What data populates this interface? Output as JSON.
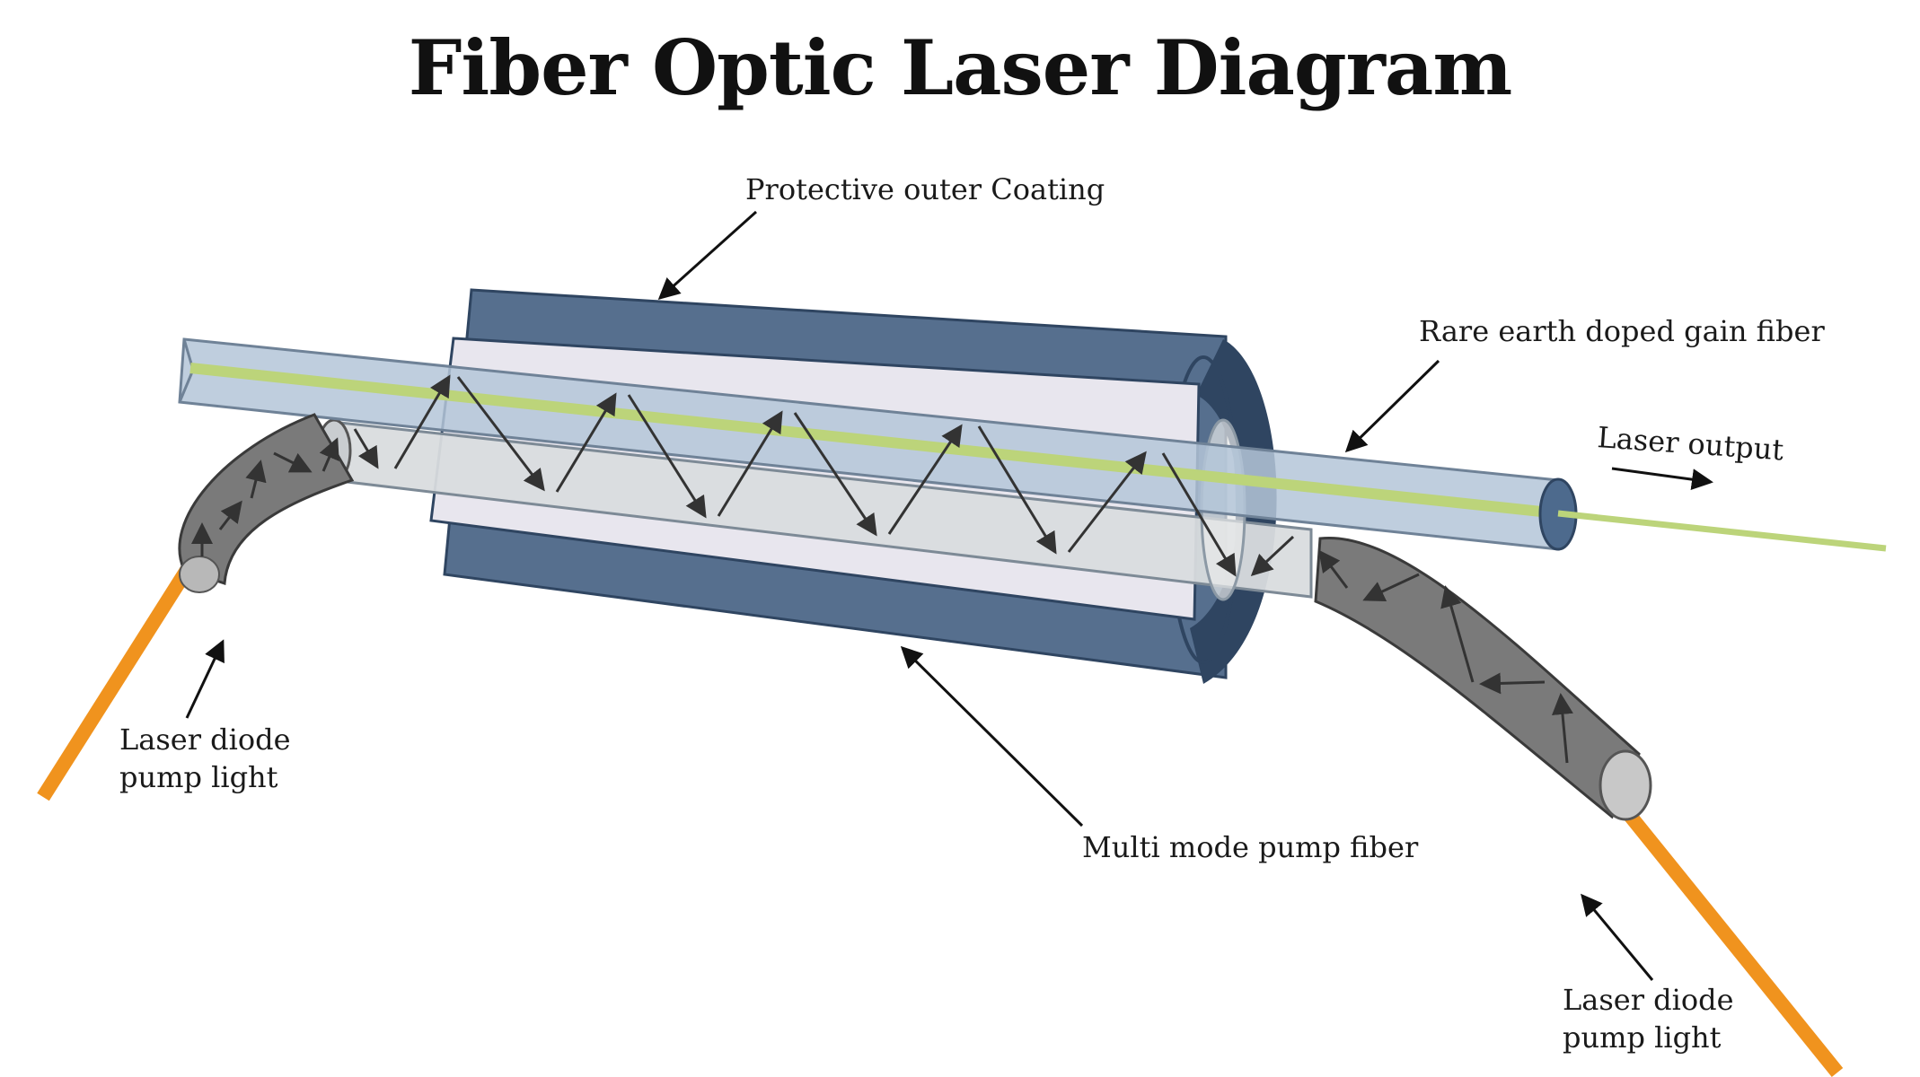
{
  "title": "Fiber Optic Laser Diagram",
  "labels": {
    "protective_coating": "Protective outer Coating",
    "gain_fiber": "Rare earth doped gain fiber",
    "laser_output": "Laser output",
    "pump_fiber": "Multi mode pump fiber",
    "pump_light_left": [
      "Laser diode",
      "pump light"
    ],
    "pump_light_right": [
      "Laser diode",
      "pump light"
    ]
  },
  "colors": {
    "coating": "#566f8e",
    "coating_dark": "#2f4561",
    "cladding": "#e8e6ee",
    "pump_fiber": "#d9dcde",
    "gain_fiber": "#b4c5d8",
    "core": "#bcd47a",
    "pump_bend": "#7a7a7a",
    "pump_light": "#f0931e",
    "arrow": "#333333"
  }
}
